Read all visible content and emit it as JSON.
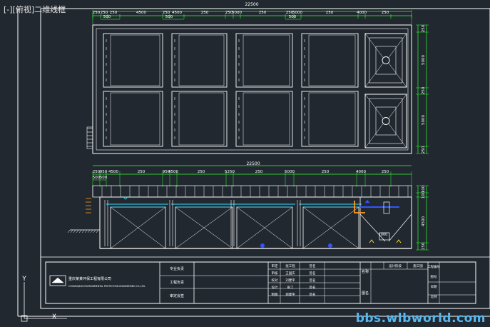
{
  "viewport": {
    "label": "[-][俯视]二维线框"
  },
  "plan_view": {
    "total_dim": "22500",
    "top_dims": [
      "250",
      "250",
      "250",
      "4500",
      "250",
      "4500",
      "250",
      "250",
      "5000",
      "250",
      "250",
      "5000",
      "250",
      "4000",
      "250"
    ],
    "sub_dims": [
      "500",
      "500",
      "500"
    ],
    "right_dims": [
      "250",
      "5000",
      "250",
      "5000",
      "250"
    ]
  },
  "section_view": {
    "total_dim": "22500",
    "top_dims": [
      "250",
      "950",
      "4500",
      "250",
      "950",
      "4500",
      "250",
      "5250",
      "250",
      "5000",
      "250",
      "4000",
      "250"
    ],
    "sub_dims": [
      "500",
      "500"
    ],
    "right_dims": [
      "100",
      "100",
      "4500",
      "150"
    ],
    "inner_label": "1000"
  },
  "title_block": {
    "company_name": "重庆某某环保工程有限公司",
    "company_sub": "CHONGQING ENVIRONMENTAL PROTECTION ENGINEERING CO.,LTD.",
    "row_labels": [
      "专业负责",
      "工程负责",
      "审定会签"
    ],
    "col_left": [
      "审定",
      "审核",
      "校对",
      "设计",
      "制图"
    ],
    "names": [
      "张工程",
      "王国庆",
      "刘建平",
      "张工",
      "郑建平"
    ],
    "signs": [
      "签名",
      "签名",
      "签名",
      "签名",
      "签名"
    ],
    "stage_headers": [
      "设计阶段",
      "施工图"
    ],
    "right_labels": [
      "工程编号",
      "图号",
      "日期",
      "比例"
    ],
    "side_label_a": "名称",
    "side_label_b": "图名"
  },
  "ucs": {
    "y_label": "Y",
    "x_label": "X"
  },
  "watermark": "bbs.wlbworld.com"
}
